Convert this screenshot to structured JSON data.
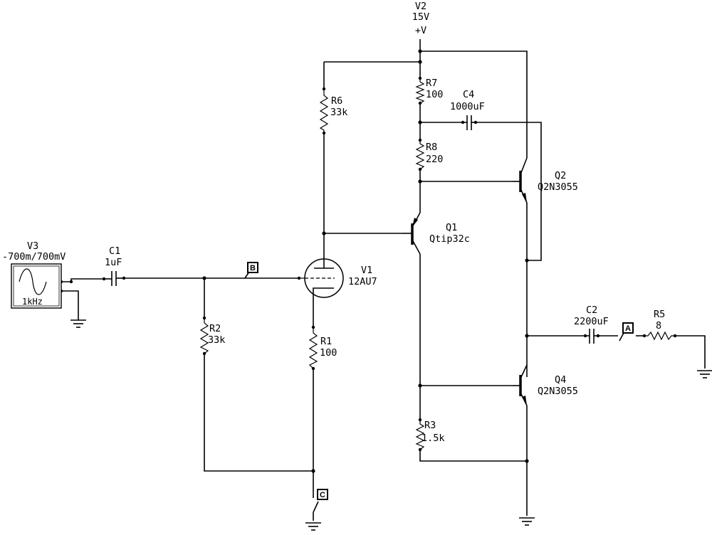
{
  "schematic": {
    "components": {
      "v2": {
        "name": "V2",
        "value": "15V",
        "pin": "+V"
      },
      "v3": {
        "name": "V3",
        "value": "-700m/700mV",
        "freq": "1kHz"
      },
      "c1": {
        "name": "C1",
        "value": "1uF"
      },
      "c2": {
        "name": "C2",
        "value": "2200uF"
      },
      "c4": {
        "name": "C4",
        "value": "1000uF"
      },
      "r1": {
        "name": "R1",
        "value": "100"
      },
      "r2": {
        "name": "R2",
        "value": "33k"
      },
      "r3": {
        "name": "R3",
        "value": "1.5k"
      },
      "r5": {
        "name": "R5",
        "value": "8"
      },
      "r6": {
        "name": "R6",
        "value": "33k"
      },
      "r7": {
        "name": "R7",
        "value": "100"
      },
      "r8": {
        "name": "R8",
        "value": "220"
      },
      "q1": {
        "name": "Q1",
        "value": "Qtip32c"
      },
      "q2": {
        "name": "Q2",
        "value": "Q2N3055"
      },
      "q4": {
        "name": "Q4",
        "value": "Q2N3055"
      },
      "v1": {
        "name": "V1",
        "value": "12AU7"
      }
    },
    "probes": {
      "a": "A",
      "b": "B",
      "c": "C"
    }
  }
}
